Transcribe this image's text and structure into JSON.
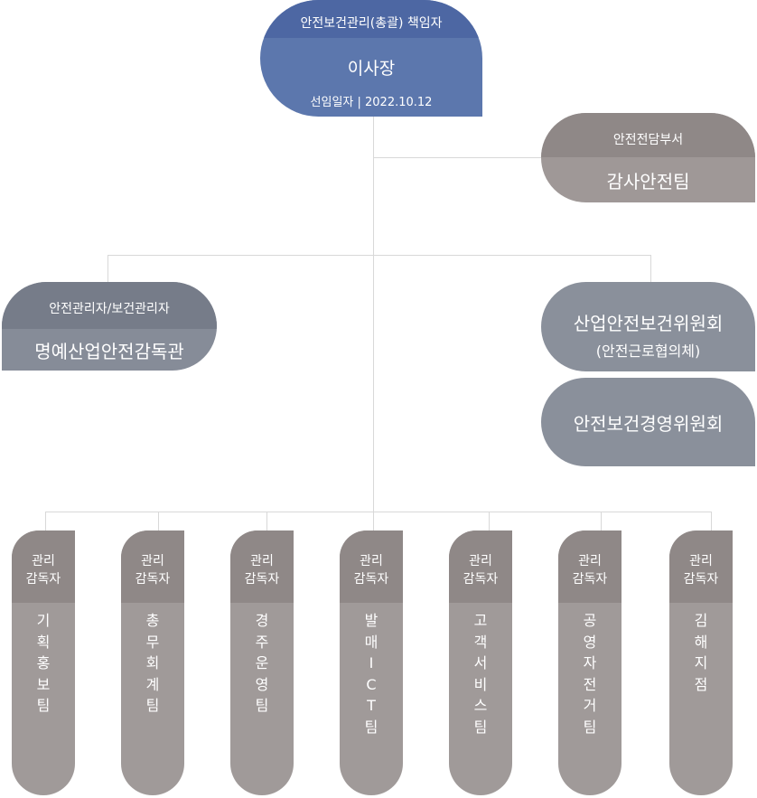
{
  "ceo": {
    "role": "안전보건관리(총괄) 책임자",
    "title": "이사장",
    "appointed": "선임일자 | 2022.10.12"
  },
  "audit_team": {
    "label": "안전전담부서",
    "name": "감사안전팀"
  },
  "honorary_supervisor": {
    "label": "안전관리자/보건관리자",
    "name": "명예산업안전감독관"
  },
  "committee": {
    "name": "산업안전보건위원회",
    "sub": "(안전근로협의체)"
  },
  "management_committee": {
    "name": "안전보건경영위원회"
  },
  "teams": [
    {
      "head": "관리\n감독자",
      "name": "기\n획\n홍\n보\n팀"
    },
    {
      "head": "관리\n감독자",
      "name": "총\n무\n회\n계\n팀"
    },
    {
      "head": "관리\n감독자",
      "name": "경\n주\n운\n영\n팀"
    },
    {
      "head": "관리\n감독자",
      "name": "발\n매\nI\nC\nT\n팀"
    },
    {
      "head": "관리\n감독자",
      "name": "고\n객\n서\n비\n스\n팀"
    },
    {
      "head": "관리\n감독자",
      "name": "공\n영\n자\n전\n거\n팀"
    },
    {
      "head": "관리\n감독자",
      "name": "김\n해\n지\n점"
    }
  ]
}
